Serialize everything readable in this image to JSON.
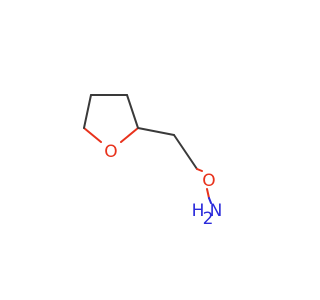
{
  "molecule": {
    "atoms": {
      "ring_oxygen": {
        "symbol": "O",
        "color": "#e8321c"
      },
      "chain_oxygen": {
        "symbol": "O",
        "color": "#e8321c"
      },
      "nitrogen": {
        "symbol": "N",
        "color": "#2a2adb"
      },
      "nitrogen_h": {
        "symbol": "H",
        "color": "#2a2adb"
      },
      "nitrogen_h_count": {
        "symbol": "2",
        "color": "#2a2adb"
      }
    },
    "bond_color": "#3a3a3a"
  }
}
